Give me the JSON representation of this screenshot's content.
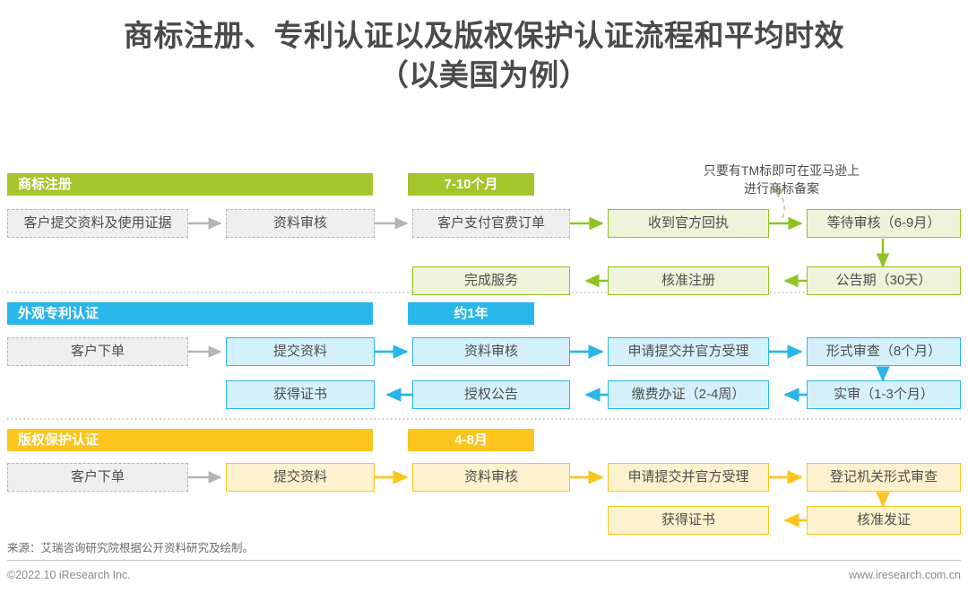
{
  "title": {
    "line1": "商标注册、专利认证以及版权保护认证流程和平均时效",
    "line2": "（以美国为例）"
  },
  "annotation": {
    "line1": "只要有TM标即可在亚马逊上",
    "line2": "进行商标备案"
  },
  "colors": {
    "green_border": "#8fc31f",
    "green_fill": "#eef3da",
    "green_bar": "#a5c52d",
    "blue_border": "#29b6e8",
    "blue_fill": "#d4f1fb",
    "blue_bar": "#29b6e8",
    "yellow_border": "#fbc51d",
    "yellow_fill": "#fdf2cd",
    "yellow_bar": "#fbc51d",
    "gray_fill": "#efefef",
    "gray_border": "#b5b5b5",
    "gray_arrow": "#b5b5b5",
    "title_text": "#4a4a4a"
  },
  "sections": [
    {
      "key": "trademark",
      "name": "商标注册",
      "duration": "7-10个月",
      "theme": "green",
      "row1": [
        "客户提交资料及使用证据",
        "资料审核",
        "客户支付官费订单",
        "收到官方回执",
        "等待审核（6-9月）"
      ],
      "row2": [
        "完成服务",
        "核准注册",
        "公告期（30天）"
      ]
    },
    {
      "key": "design-patent",
      "name": "外观专利认证",
      "duration": "约1年",
      "theme": "blue",
      "row1": [
        "客户下单",
        "提交资料",
        "资料审核",
        "申请提交并官方受理",
        "形式审查（8个月）"
      ],
      "row2": [
        "获得证书",
        "授权公告",
        "缴费办证（2-4周）",
        "实审（1-3个月）"
      ]
    },
    {
      "key": "copyright",
      "name": "版权保护认证",
      "duration": "4-8月",
      "theme": "yellow",
      "row1": [
        "客户下单",
        "提交资料",
        "资料审核",
        "申请提交并官方受理",
        "登记机关形式审查"
      ],
      "row2": [
        "获得证书",
        "核准发证"
      ]
    }
  ],
  "footer": {
    "source": "来源：艾瑞咨询研究院根据公开资料研究及绘制。",
    "copyright": "©2022.10 iResearch Inc.",
    "website": "www.iresearch.com.cn"
  }
}
